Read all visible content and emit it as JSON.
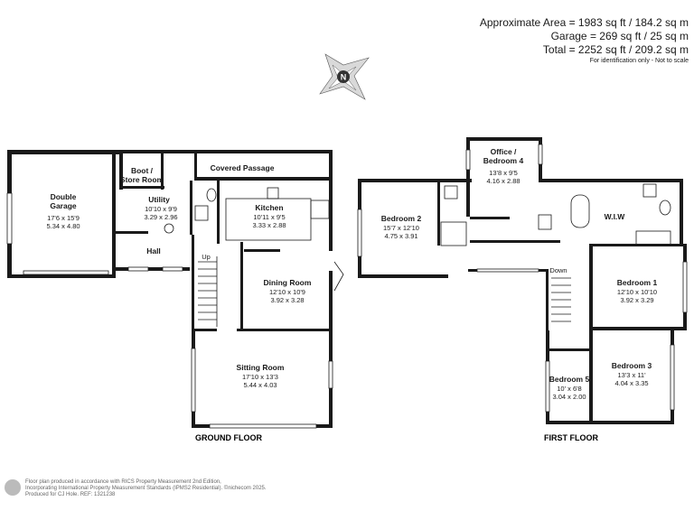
{
  "area": {
    "line1": "Approximate Area = 1983 sq ft / 184.2 sq m",
    "line2": "Garage = 269 sq ft / 25 sq m",
    "line3": "Total = 2252 sq ft / 209.2 sq m",
    "note": "For identification only - Not to scale"
  },
  "compass": {
    "letter": "N"
  },
  "floors": {
    "ground": "GROUND FLOOR",
    "first": "FIRST FLOOR"
  },
  "rooms": {
    "garage": {
      "name1": "Double",
      "name2": "Garage",
      "dim1": "17'6 x 15'9",
      "dim2": "5.34 x 4.80"
    },
    "boot": {
      "name1": "Boot /",
      "name2": "Store Room"
    },
    "covered": {
      "name": "Covered Passage"
    },
    "utility": {
      "name": "Utility",
      "dim1": "10'10 x 9'9",
      "dim2": "3.29 x 2.96"
    },
    "kitchen": {
      "name": "Kitchen",
      "dim1": "10'11 x 9'5",
      "dim2": "3.33 x 2.88"
    },
    "hall": {
      "name": "Hall"
    },
    "up": {
      "label": "Up"
    },
    "dining": {
      "name": "Dining Room",
      "dim1": "12'10 x 10'9",
      "dim2": "3.92 x 3.28"
    },
    "sitting": {
      "name": "Sitting Room",
      "dim1": "17'10 x 13'3",
      "dim2": "5.44 x 4.03"
    },
    "bedroom2": {
      "name": "Bedroom 2",
      "dim1": "15'7 x 12'10",
      "dim2": "4.75 x 3.91"
    },
    "office": {
      "name1": "Office /",
      "name2": "Bedroom 4",
      "dim1": "13'8 x 9'5",
      "dim2": "4.16 x 2.88"
    },
    "wiw": {
      "name": "W.I.W"
    },
    "down": {
      "label": "Down"
    },
    "bedroom1": {
      "name": "Bedroom 1",
      "dim1": "12'10 x 10'10",
      "dim2": "3.92 x 3.29"
    },
    "bedroom3": {
      "name": "Bedroom 3",
      "dim1": "13'3 x 11'",
      "dim2": "4.04 x 3.35"
    },
    "bedroom5": {
      "name": "Bedroom 5",
      "dim1": "10' x 6'8",
      "dim2": "3.04 x 2.00"
    }
  },
  "footer": {
    "line1": "Floor plan produced in accordance with RICS Property Measurement 2nd Edition,",
    "line2": "Incorporating International Property Measurement Standards (IPMS2 Residential). ©nichecom 2025.",
    "line3": "Produced for CJ Hole.   REF: 1321238"
  }
}
